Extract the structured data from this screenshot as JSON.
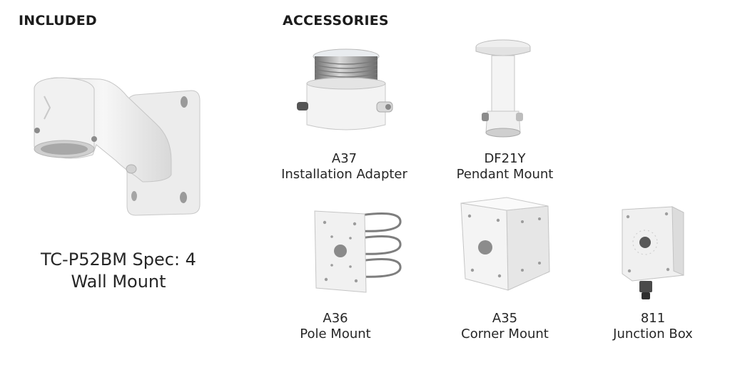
{
  "headings": {
    "included": "INCLUDED",
    "accessories": "ACCESSORIES"
  },
  "included": {
    "code": "TC-P52BM Spec: 4",
    "name": "Wall Mount",
    "icon": "wall-mount-bracket-image"
  },
  "accessories": [
    {
      "code": "A37",
      "name": "Installation Adapter",
      "icon": "installation-adapter-image"
    },
    {
      "code": "DF21Y",
      "name": "Pendant Mount",
      "icon": "pendant-mount-image"
    },
    {
      "code": "A36",
      "name": "Pole Mount",
      "icon": "pole-mount-image"
    },
    {
      "code": "A35",
      "name": "Corner Mount",
      "icon": "corner-mount-image"
    },
    {
      "code": "811",
      "name": "Junction Box",
      "icon": "junction-box-image"
    }
  ]
}
